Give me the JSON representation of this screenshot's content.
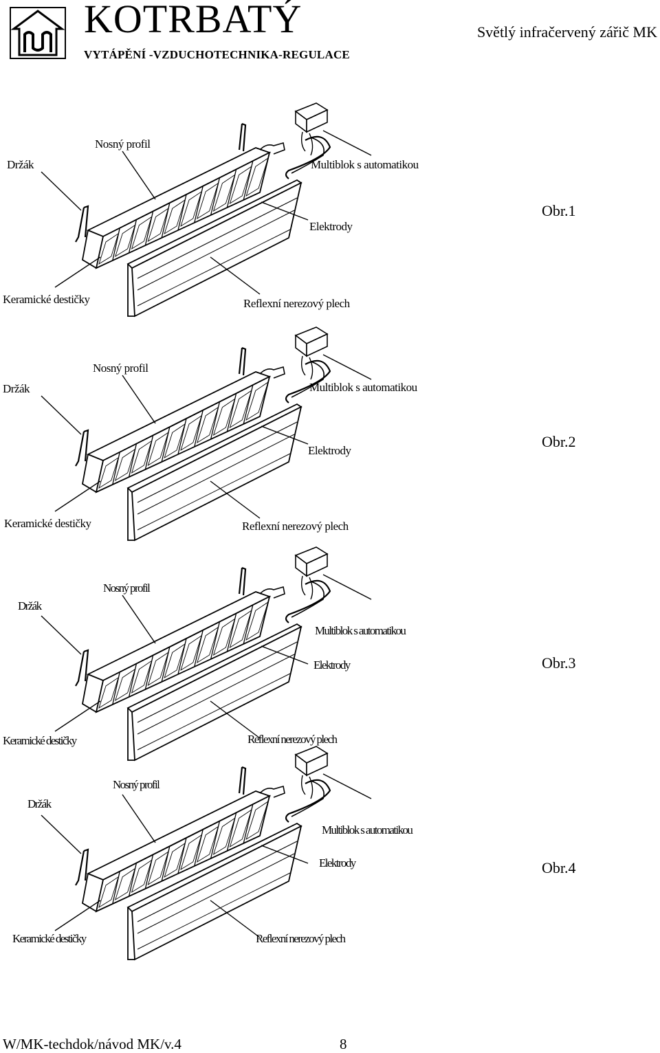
{
  "header": {
    "brand": "KOTRBATÝ",
    "tagline": "VYTÁPĚNÍ -VZDUCHOTECHNIKA-REGULACE",
    "title": "Světlý infračervený zářič MK"
  },
  "figures": [
    {
      "label_drzak": "Držák",
      "label_profil": "Nosný profil",
      "label_multiblok": "Multiblok s automatikou",
      "label_elektrody": "Elektrody",
      "label_obr": "Obr.1",
      "label_destičky": "Keramické destičky",
      "label_plech": "Reflexní nerezový plech"
    },
    {
      "label_drzak": "Držák",
      "label_profil": "Nosný profil",
      "label_multiblok": "Multiblok s automatikou",
      "label_elektrody": "Elektrody",
      "label_obr": "Obr.2",
      "label_destičky": "Keramické destičky",
      "label_plech": "Reflexní nerezový plech"
    },
    {
      "label_drzak": "Držák",
      "label_profil": "Nosný profil",
      "label_multiblok": "Multiblok s automatikou",
      "label_elektrody": "Elektrody",
      "label_obr": "Obr.3",
      "label_destičky": "Keramické destičky",
      "label_plech": "Reflexní nerezový plech"
    },
    {
      "label_drzak": "Držák",
      "label_profil": "Nosný profil",
      "label_multiblok": "Multiblok s automatikou",
      "label_elektrody": "Elektrody",
      "label_obr": "Obr.4",
      "label_destičky": "Keramické destičky",
      "label_plech": "Reflexní nerezový plech"
    }
  ],
  "footer": {
    "doc_ref": "W/MK-techdok/návod MK/v.4",
    "page_number": "8"
  }
}
